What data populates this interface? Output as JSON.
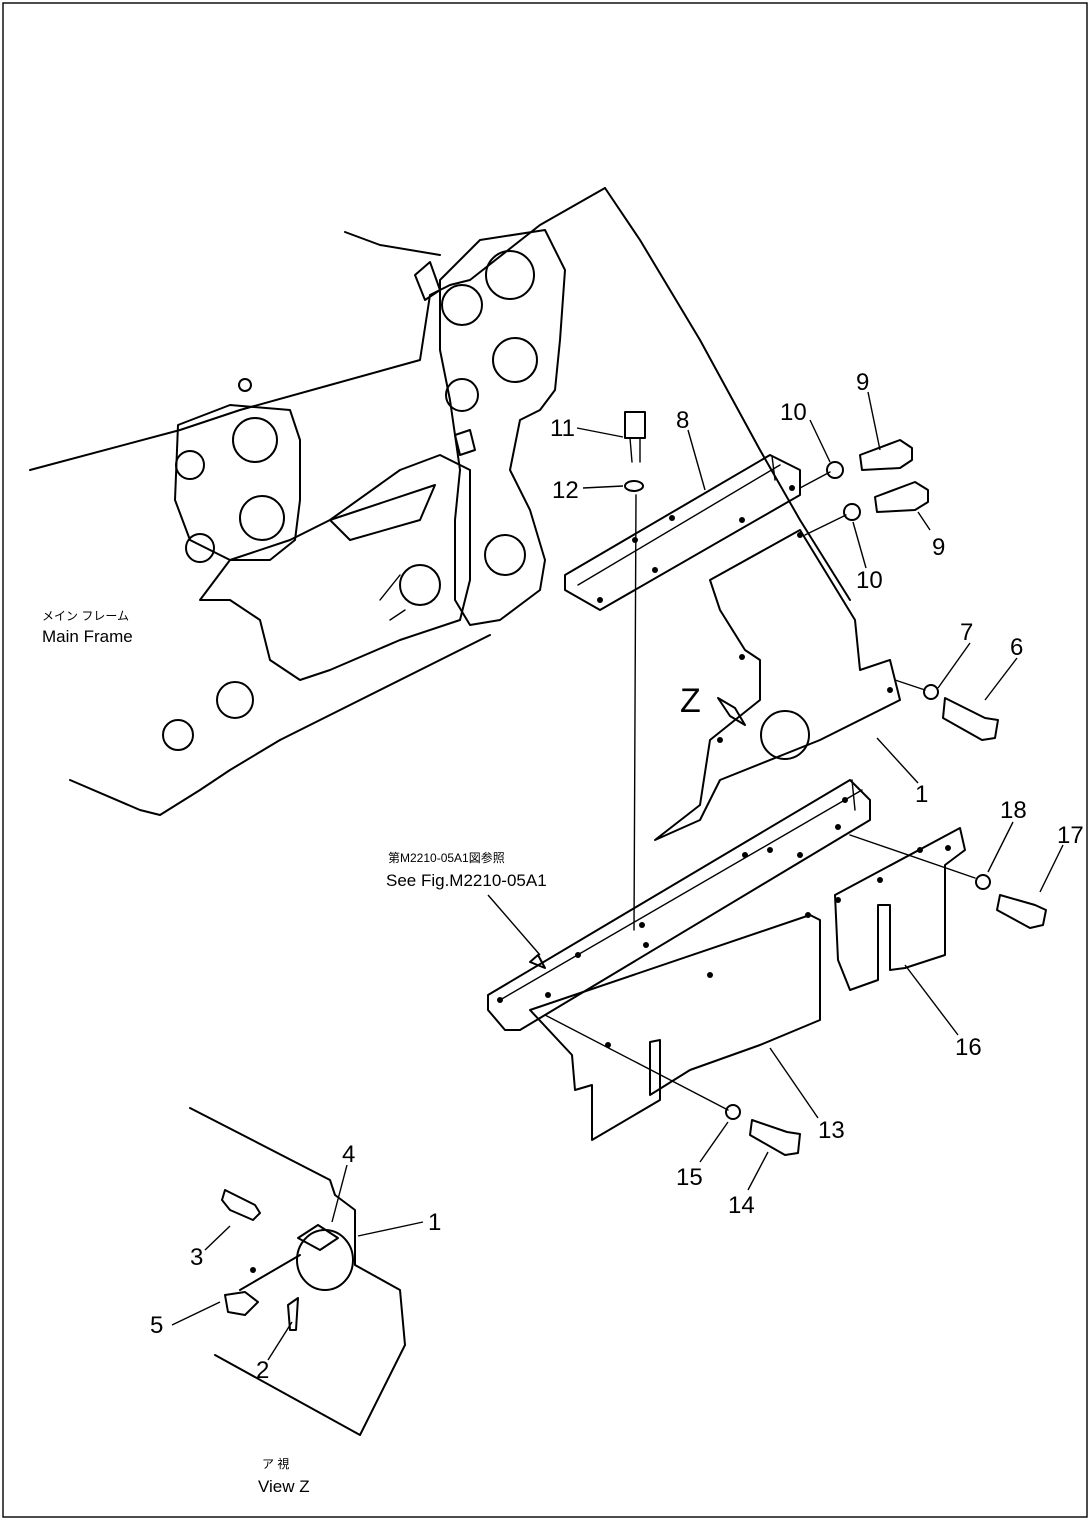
{
  "labels": {
    "main_frame_jp": "メイン フレーム",
    "main_frame_en": "Main Frame",
    "see_fig_jp": "第M2210-05A1図参照",
    "see_fig_en": "See Fig.M2210-05A1",
    "view_z_jp": "ア 視",
    "view_z_en": "View Z",
    "z_marker": "Z"
  },
  "callouts": {
    "c1a": "1",
    "c1b": "1",
    "c2": "2",
    "c3": "3",
    "c4": "4",
    "c5": "5",
    "c6": "6",
    "c7": "7",
    "c8": "8",
    "c9a": "9",
    "c9b": "9",
    "c10a": "10",
    "c10b": "10",
    "c11": "11",
    "c12": "12",
    "c13": "13",
    "c14": "14",
    "c15": "15",
    "c16": "16",
    "c17": "17",
    "c18": "18"
  }
}
